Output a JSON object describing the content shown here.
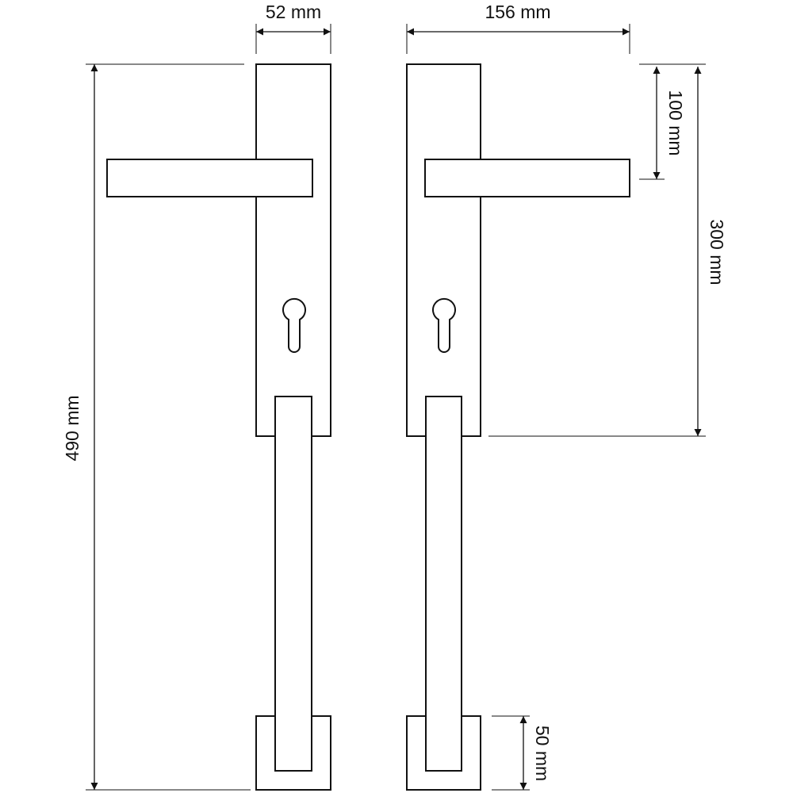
{
  "dimensions": {
    "plate_width": "52 mm",
    "lever_projection": "156 mm",
    "lever_to_top": "100 mm",
    "keyhole_plate_height": "300 mm",
    "overall_height": "490 mm",
    "bottom_rosette": "50 mm"
  },
  "views": [
    "front-view",
    "side-view"
  ],
  "colors": {
    "line": "#111111",
    "background": "#ffffff"
  }
}
